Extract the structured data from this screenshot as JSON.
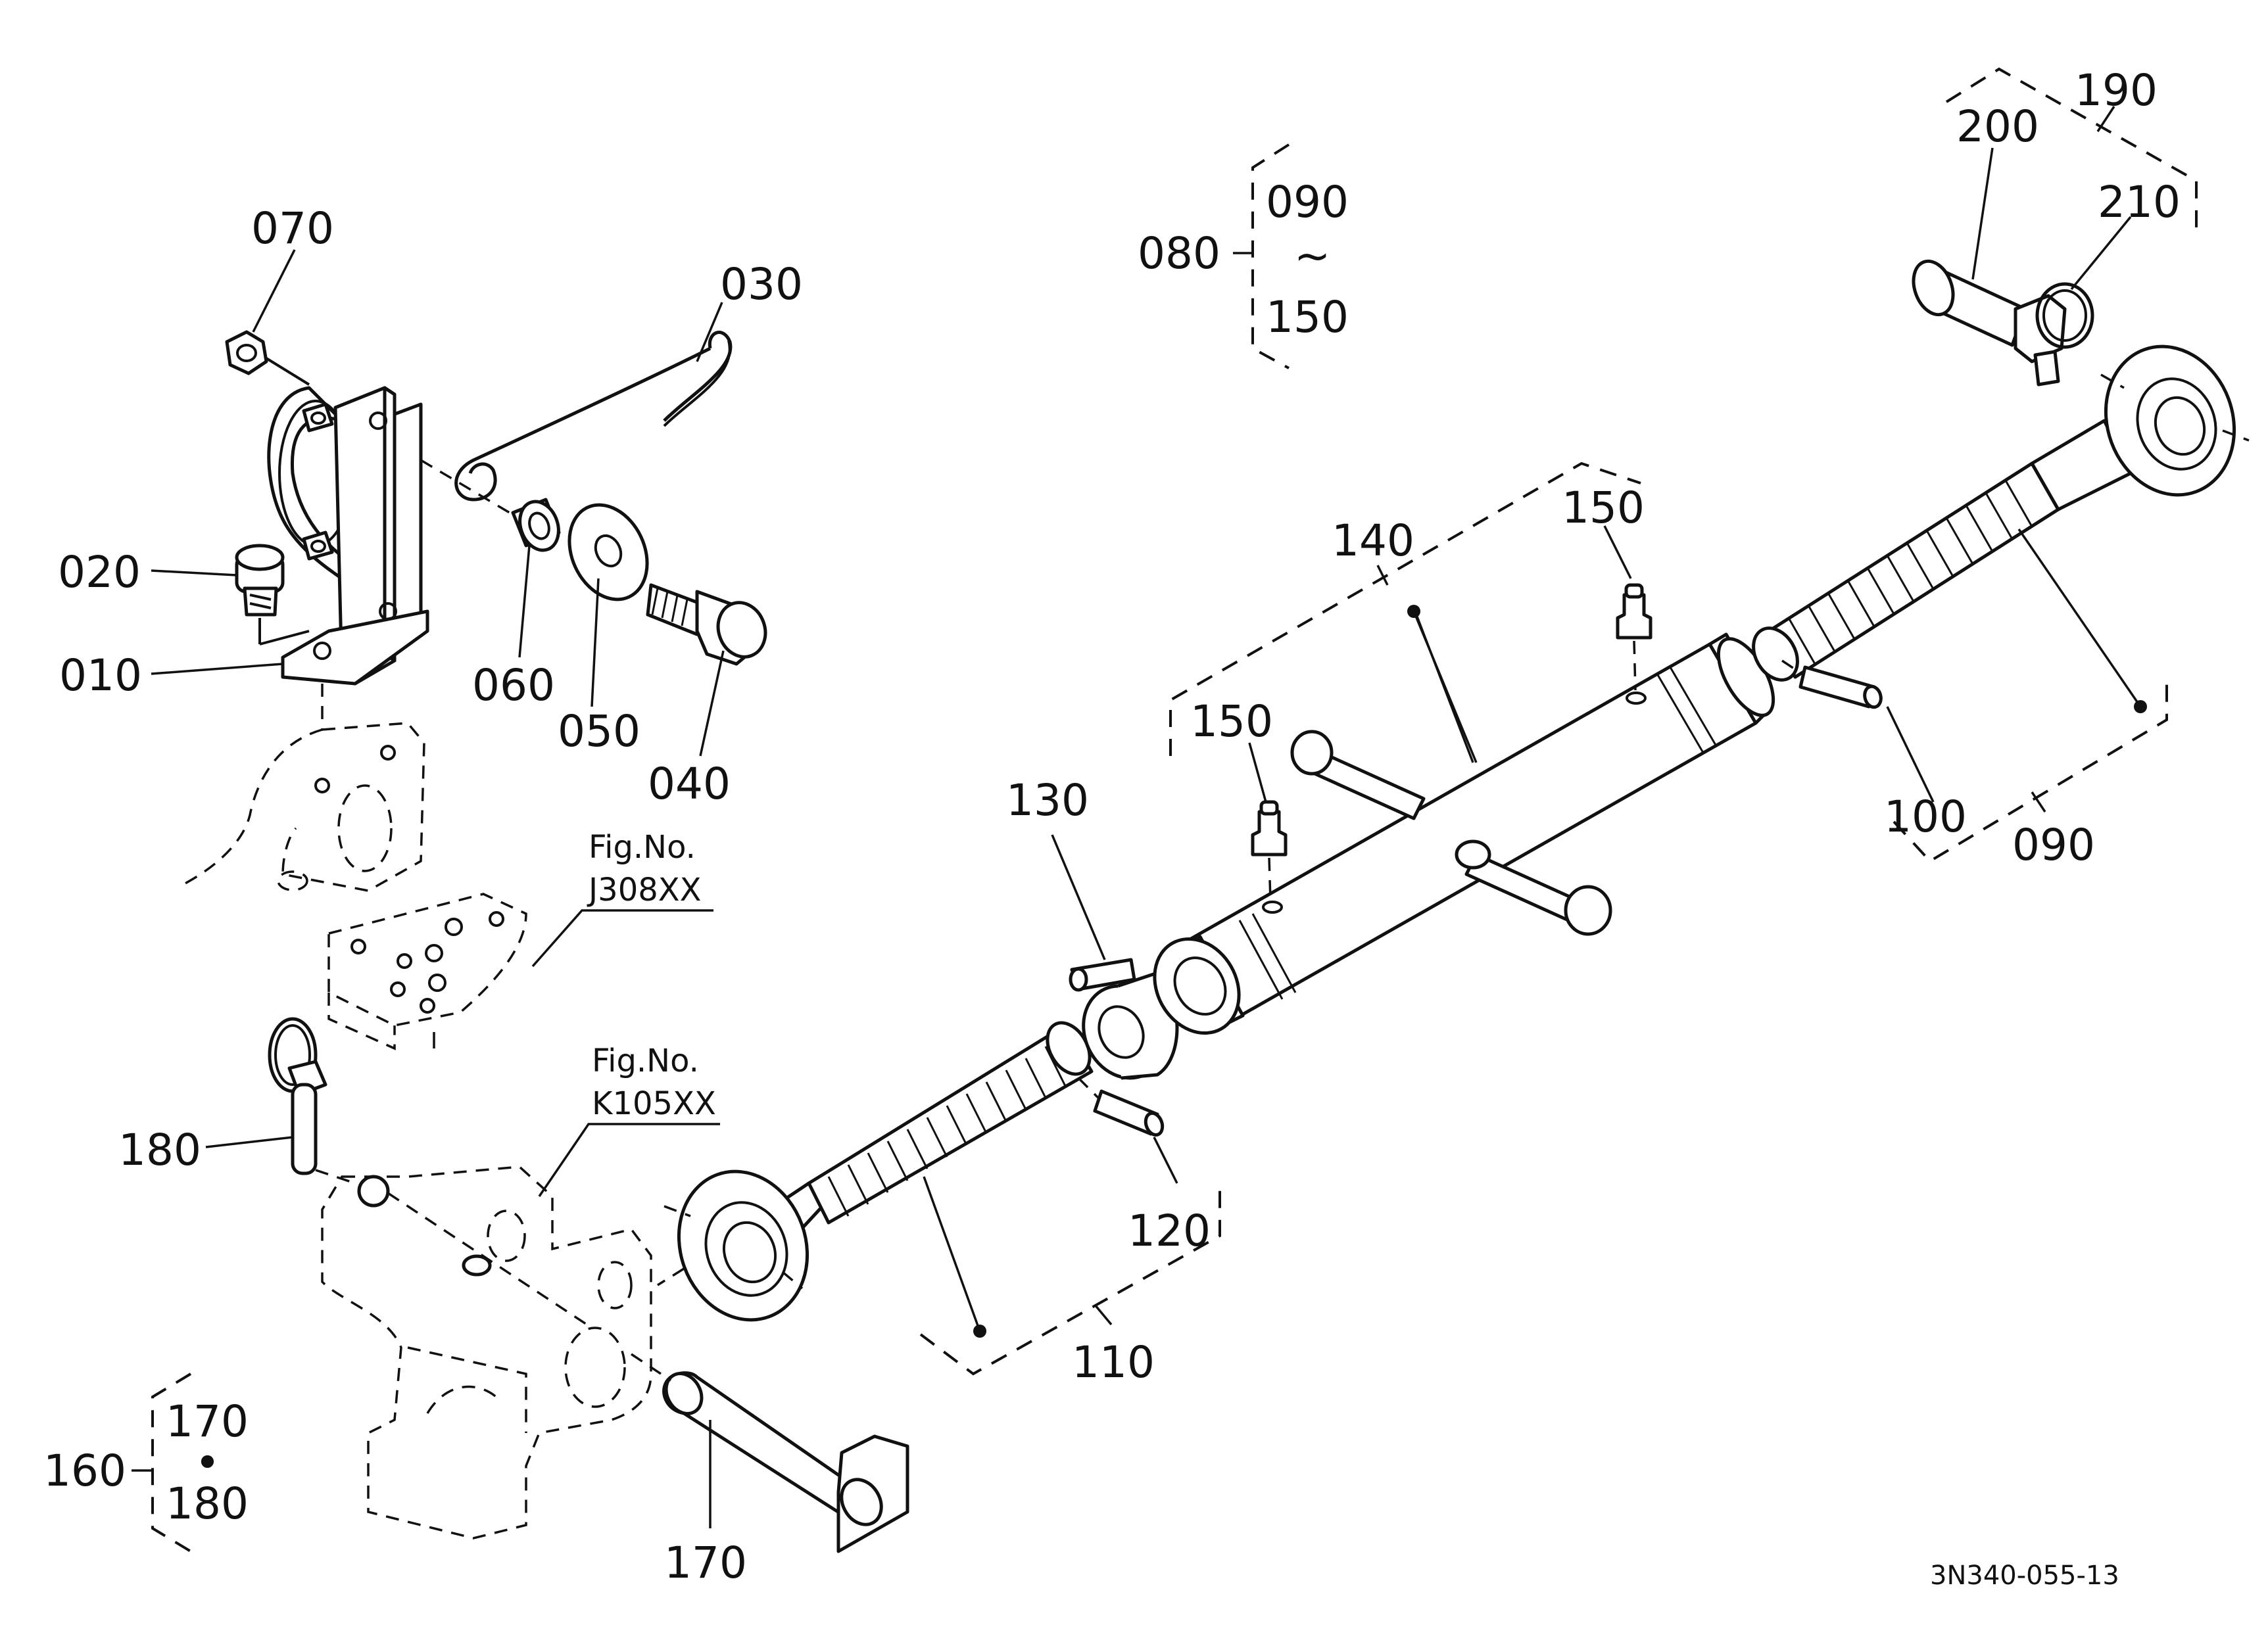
{
  "parts": [
    {
      "id": "010"
    },
    {
      "id": "020"
    },
    {
      "id": "030"
    },
    {
      "id": "040"
    },
    {
      "id": "050"
    },
    {
      "id": "060"
    },
    {
      "id": "070"
    },
    {
      "id": "080"
    },
    {
      "id": "090"
    },
    {
      "id": "100"
    },
    {
      "id": "110"
    },
    {
      "id": "120"
    },
    {
      "id": "130"
    },
    {
      "id": "140"
    },
    {
      "id": "150"
    },
    {
      "id": "160"
    },
    {
      "id": "170"
    },
    {
      "id": "180"
    },
    {
      "id": "190"
    },
    {
      "id": "200"
    },
    {
      "id": "210"
    }
  ],
  "groups": {
    "g080": {
      "label": "080",
      "from": "090",
      "range_symbol": "~",
      "to": "150"
    },
    "g160": {
      "label": "160",
      "top": "170",
      "separator": "•",
      "bottom": "180"
    }
  },
  "figure_refs": [
    {
      "prefix": "Fig.No.",
      "number": "J308XX"
    },
    {
      "prefix": "Fig.No.",
      "number": "K105XX"
    }
  ],
  "drawing_code": "3N340-055-13"
}
